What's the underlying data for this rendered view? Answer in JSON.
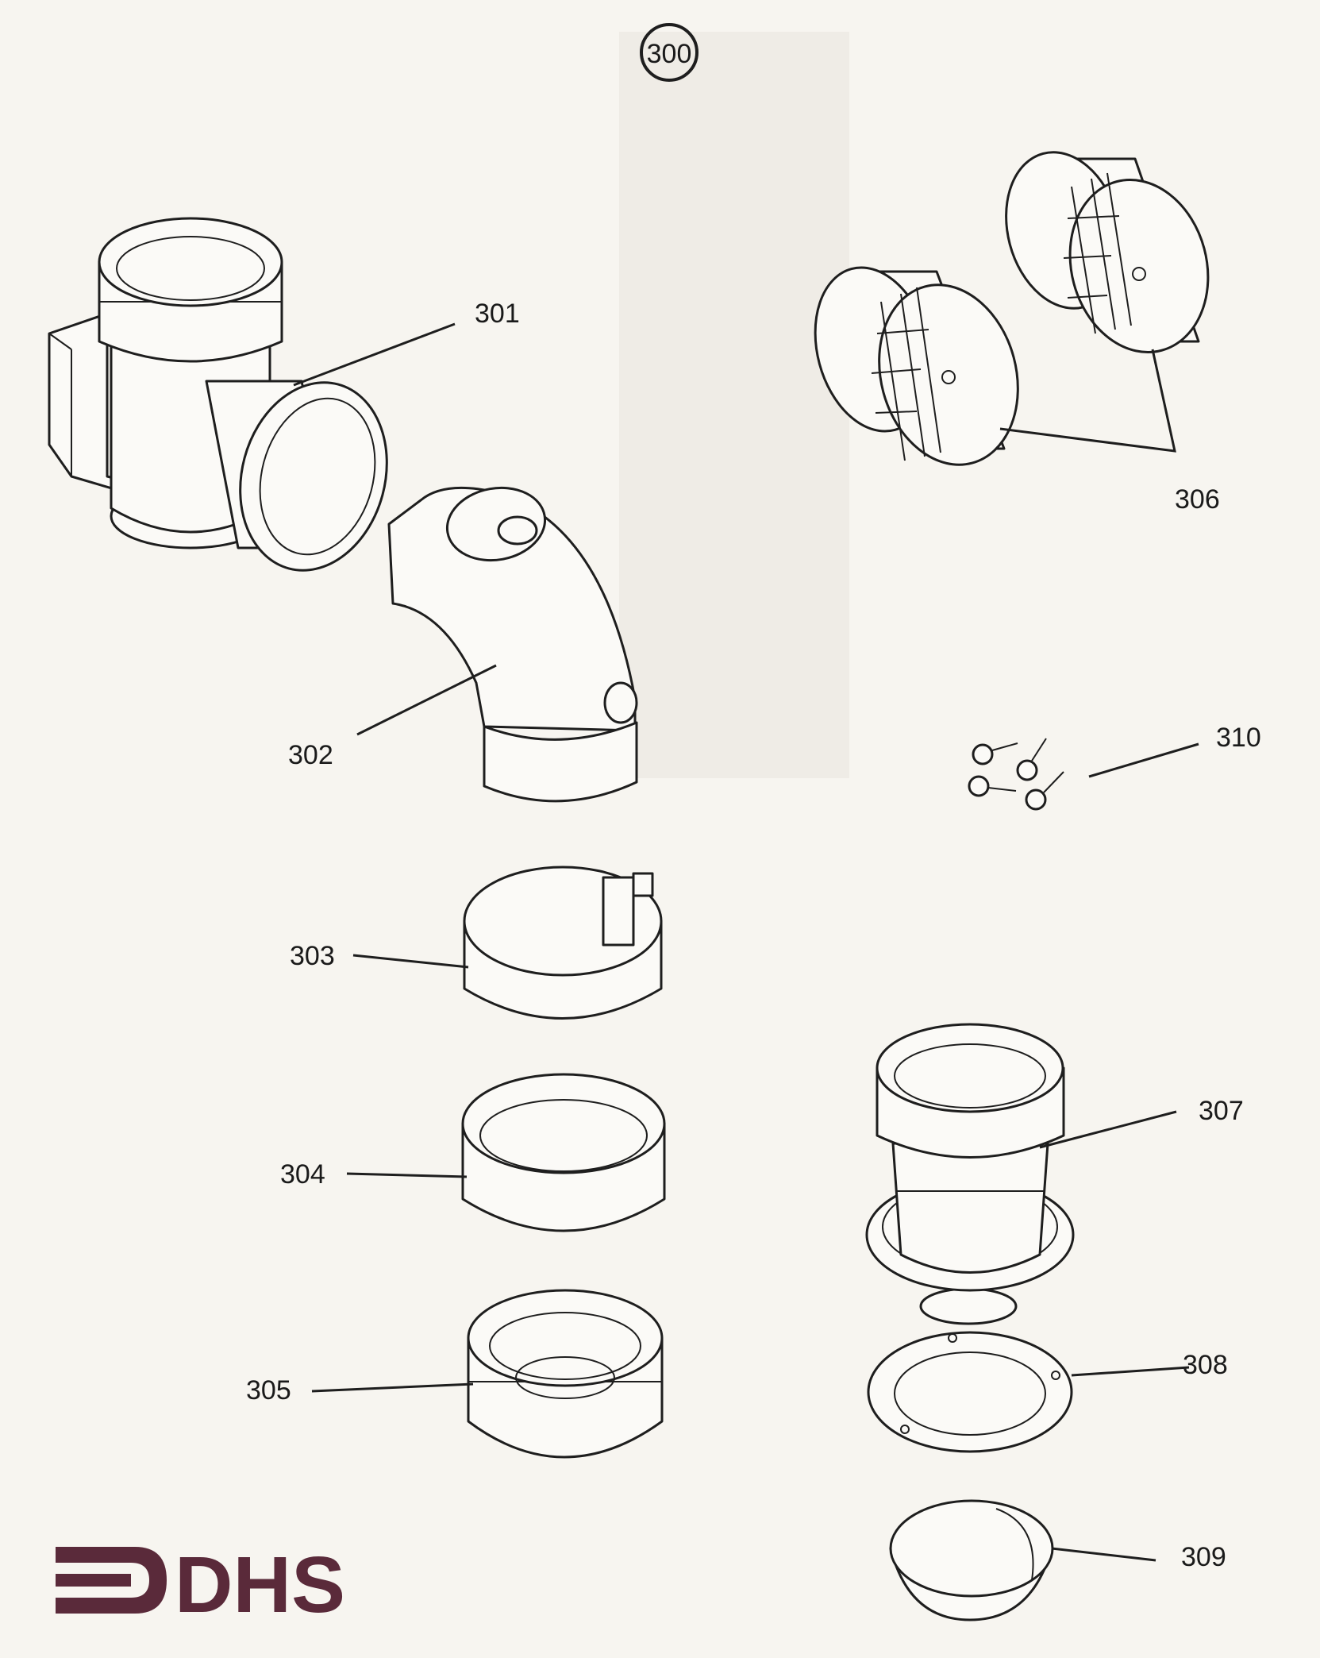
{
  "figure_number": "300",
  "callouts": [
    {
      "id": "301",
      "label": "301"
    },
    {
      "id": "302",
      "label": "302"
    },
    {
      "id": "303",
      "label": "303"
    },
    {
      "id": "304",
      "label": "304"
    },
    {
      "id": "305",
      "label": "305"
    },
    {
      "id": "306",
      "label": "306"
    },
    {
      "id": "307",
      "label": "307"
    },
    {
      "id": "308",
      "label": "308"
    },
    {
      "id": "309",
      "label": "309"
    },
    {
      "id": "310",
      "label": "310"
    }
  ],
  "logo": {
    "text": "DHS",
    "color": "#5a2a3a"
  }
}
